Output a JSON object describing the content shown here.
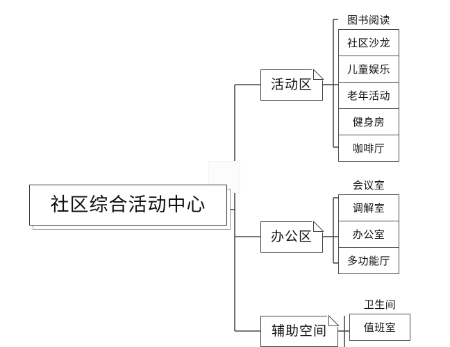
{
  "diagram": {
    "type": "mind-map-tree",
    "orientation": "left-to-right",
    "root": {
      "label": "社区综合活动中心"
    },
    "branches": [
      {
        "label": "活动区",
        "leaves": [
          "图书阅读",
          "社区沙龙",
          "儿童娱乐",
          "老年活动",
          "健身房",
          "咖啡厅"
        ]
      },
      {
        "label": "办公区",
        "leaves": [
          "会议室",
          "调解室",
          "办公室",
          "多功能厅"
        ]
      },
      {
        "label": "辅助空间",
        "leaves": [
          "卫生间",
          "值班室"
        ]
      }
    ],
    "colors": {
      "background": "#ffffff",
      "text": "#111111",
      "node_border": "#3f3f3f",
      "leaf_border": "#4a4a4a",
      "connector": "#4a4a4a",
      "root_shadow": "#9a9a9a"
    }
  }
}
